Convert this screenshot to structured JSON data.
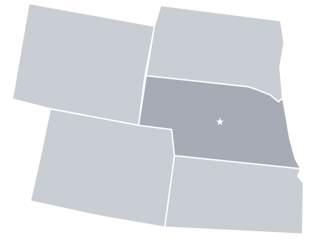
{
  "map": {
    "colors": {
      "background": "#ffffff",
      "neighbor": "#c9cdd4",
      "highlight": "#a6abb6",
      "border": "#ffffff",
      "capital_star": "#ffffff"
    },
    "regions": [
      {
        "id": "wyoming",
        "highlighted": false
      },
      {
        "id": "south-dakota",
        "highlighted": false
      },
      {
        "id": "nebraska",
        "highlighted": true
      },
      {
        "id": "colorado",
        "highlighted": false
      },
      {
        "id": "kansas",
        "highlighted": false
      }
    ],
    "capital_marker": {
      "shape": "star-icon",
      "region": "nebraska"
    }
  }
}
